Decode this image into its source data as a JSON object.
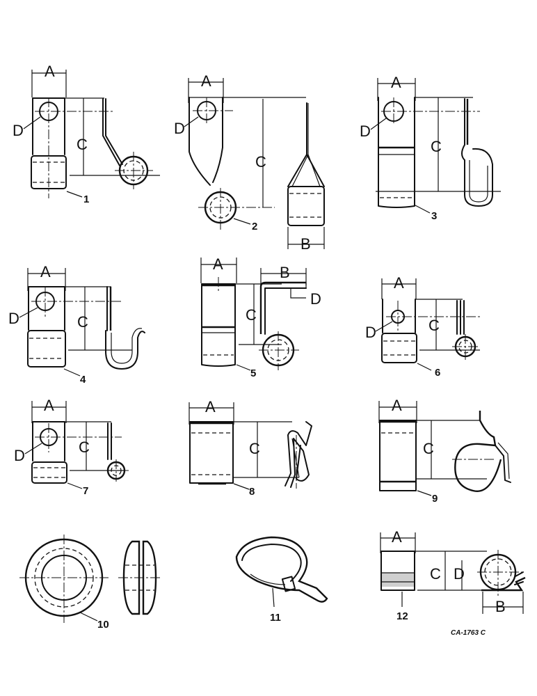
{
  "labels": {
    "A": "A",
    "B": "B",
    "C": "C",
    "D": "D"
  },
  "items": [
    "1",
    "2",
    "3",
    "4",
    "5",
    "6",
    "7",
    "8",
    "9",
    "10",
    "11",
    "12"
  ],
  "drawing_code": "CA-1763 C"
}
